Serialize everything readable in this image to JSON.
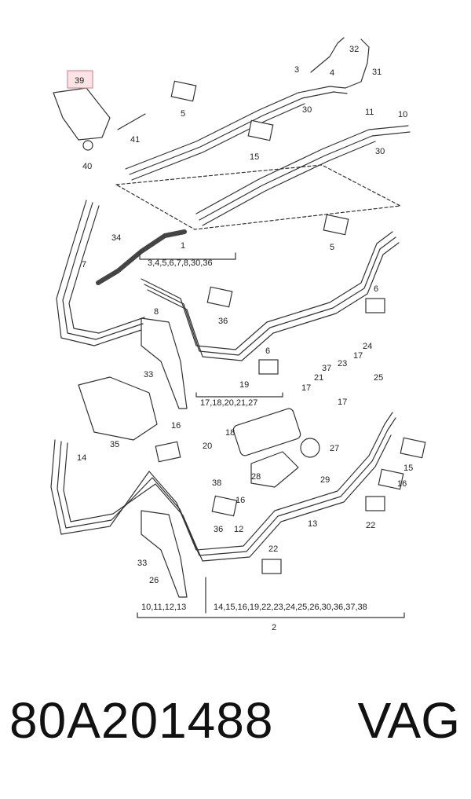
{
  "highlighted_part": "39",
  "callouts": [
    "39",
    "40",
    "41",
    "5",
    "3",
    "4",
    "30",
    "32",
    "31",
    "11",
    "10",
    "15",
    "30",
    "34",
    "7",
    "1",
    "5",
    "8",
    "36",
    "6",
    "6",
    "33",
    "19",
    "17",
    "21",
    "37",
    "23",
    "24",
    "17",
    "25",
    "17",
    "35",
    "14",
    "16",
    "20",
    "18",
    "38",
    "27",
    "28",
    "29",
    "15",
    "16",
    "22",
    "16",
    "12",
    "13",
    "36",
    "22",
    "33",
    "26",
    "2"
  ],
  "group_labels": {
    "g1": "3,4,5,6,7,8,30,36",
    "g19": "17,18,20,21,27",
    "g2_left": "10,11,12,13",
    "g2_right": "14,15,16,19,22,23,24,25,26,30,36,37,38"
  },
  "footer": {
    "part_number": "80A201488",
    "brand": "VAG"
  }
}
